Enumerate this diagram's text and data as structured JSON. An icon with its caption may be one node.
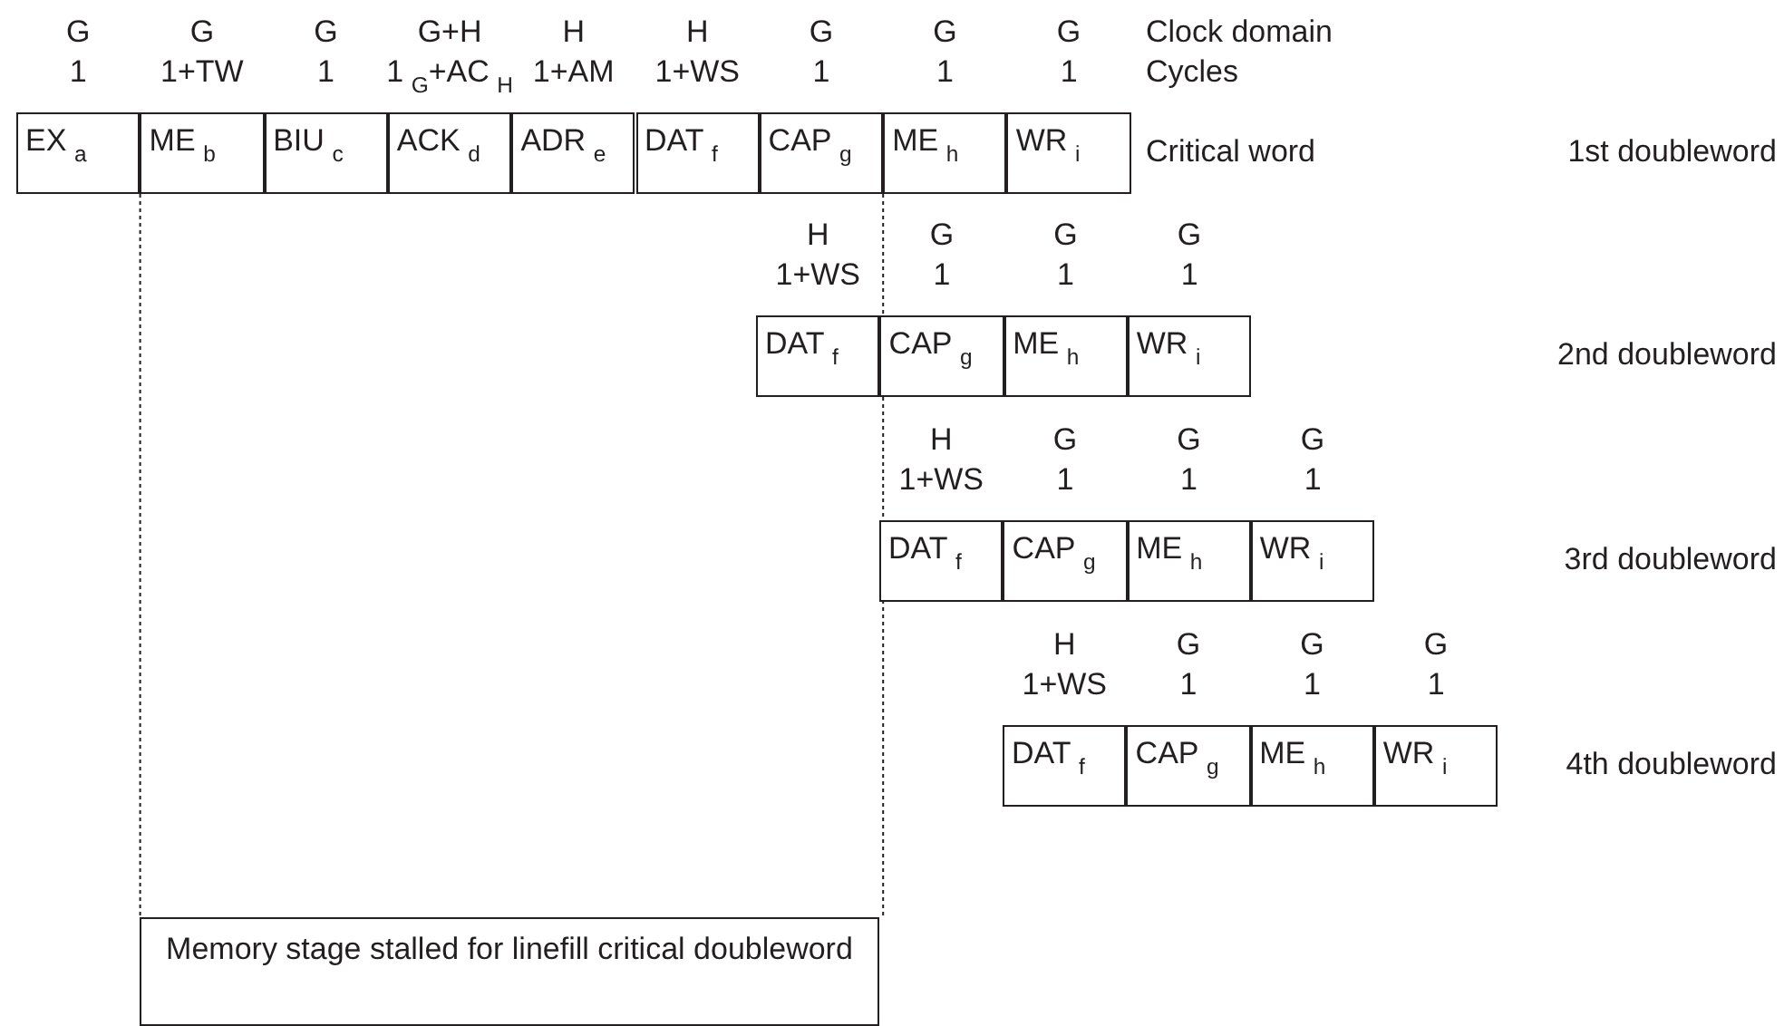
{
  "diagram": {
    "nodes": [
      {
        "text": [
          "EX$_{a}$"
        ]
      },
      {
        "text": [
          "ME$_{b}$"
        ]
      },
      {
        "text": [
          "BIU$_{c}$"
        ]
      },
      {
        "text": [
          "ACK$_{d}$"
        ]
      },
      {
        "text": [
          "ADR$_{e}$"
        ]
      },
      {
        "text": [
          "DAT$_{f}$"
        ]
      },
      {
        "text": [
          "CAP$_{g}$"
        ]
      },
      {
        "text": [
          "ME$_{h}$"
        ]
      },
      {
        "text": [
          "WR$_{i}$"
        ]
      },
      {
        "text": [
          "DAT$_{f}$"
        ]
      },
      {
        "text": [
          "CAP$_{g}$"
        ]
      },
      {
        "text": [
          "ME$_{h}$"
        ]
      },
      {
        "text": [
          "WR$_{i}$"
        ]
      },
      {
        "text": [
          "DAT$_{f}$"
        ]
      },
      {
        "text": [
          "CAP$_{g}$"
        ]
      },
      {
        "text": [
          "ME$_{h}$"
        ]
      },
      {
        "text": [
          "WR$_{i}$"
        ]
      },
      {
        "text": [
          "DAT$_{f}$"
        ]
      },
      {
        "text": [
          "CAP$_{g}$"
        ]
      },
      {
        "text": [
          "ME$_{h}$"
        ]
      },
      {
        "text": [
          "WR$_{i}$"
        ]
      },
      {
        "text": [
          "Memory stage stalled for linefill critical doubleword"
        ]
      }
    ],
    "edges": [
      {
        "from": 1,
        "to": 21,
        "arrow": "none",
        "style": "dashed"
      },
      {
        "from": 7,
        "to": 21,
        "arrow": "none",
        "style": "dashed"
      }
    ],
    "labels": [
      "G",
      "G",
      "G",
      "G+H",
      "H",
      "H",
      "G",
      "G",
      "G",
      "Clock domain",
      "1",
      "1+TW",
      "1",
      "1$_{G}$+AC$_{H}$",
      "1+AM",
      "1+WS",
      "1",
      "1",
      "1",
      "Cycles",
      "Critical word",
      "1st doubleword",
      "H",
      "G",
      "G",
      "G",
      "1+WS",
      "1",
      "1",
      "1",
      "2nd doubleword",
      "H",
      "G",
      "G",
      "G",
      "1+WS",
      "1",
      "1",
      "1",
      "3rd doubleword",
      "H",
      "G",
      "G",
      "G",
      "1+WS",
      "1",
      "1",
      "1",
      "4th doubleword"
    ]
  }
}
